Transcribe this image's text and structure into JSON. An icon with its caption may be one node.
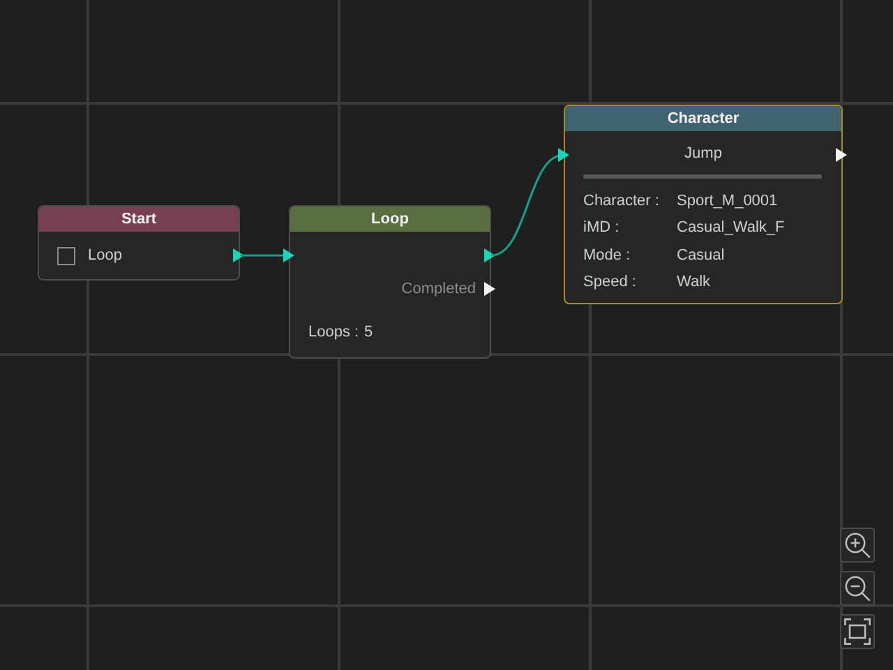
{
  "diagram": {
    "nodes": [
      {
        "text": [
          "Start",
          "Loop"
        ]
      },
      {
        "text": [
          "Loop",
          "Completed",
          "Loops :",
          "5"
        ]
      },
      {
        "text": [
          "Character",
          "Jump",
          "Character :",
          "Sport_M_0001",
          "iMD :",
          "Casual_Walk_F",
          "Mode :",
          "Casual",
          "Speed :",
          "Walk"
        ]
      }
    ],
    "edges": [
      {
        "from": 0,
        "to": 1,
        "arrow": "to"
      },
      {
        "from": 1,
        "to": 2,
        "arrow": "to"
      }
    ]
  }
}
